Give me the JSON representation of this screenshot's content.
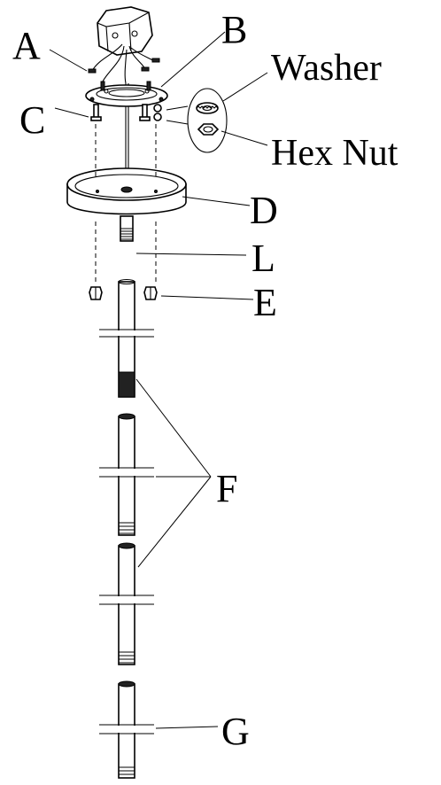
{
  "labels": {
    "a": "A",
    "b": "B",
    "c": "C",
    "washer": "Washer",
    "hex_nut": "Hex Nut",
    "d": "D",
    "l": "L",
    "e": "E",
    "f": "F",
    "g": "G"
  }
}
